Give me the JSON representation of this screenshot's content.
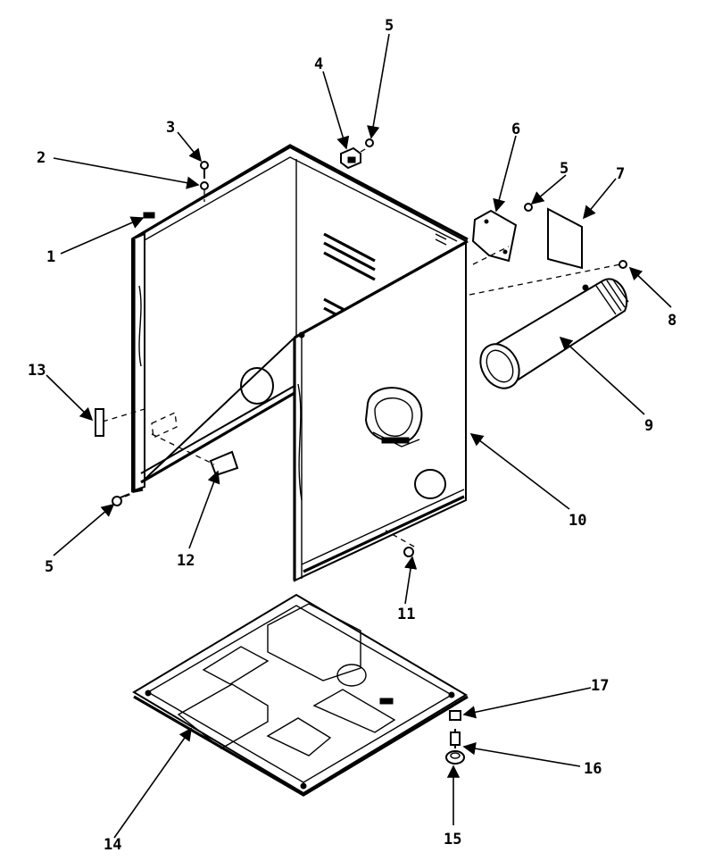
{
  "callouts": [
    {
      "id": "c1",
      "text": "1"
    },
    {
      "id": "c2",
      "text": "2"
    },
    {
      "id": "c3",
      "text": "3"
    },
    {
      "id": "c4",
      "text": "4"
    },
    {
      "id": "c5a",
      "text": "5"
    },
    {
      "id": "c5b",
      "text": "5"
    },
    {
      "id": "c5c",
      "text": "5"
    },
    {
      "id": "c6",
      "text": "6"
    },
    {
      "id": "c7",
      "text": "7"
    },
    {
      "id": "c8",
      "text": "8"
    },
    {
      "id": "c9",
      "text": "9"
    },
    {
      "id": "c10",
      "text": "10"
    },
    {
      "id": "c11",
      "text": "11"
    },
    {
      "id": "c12",
      "text": "12"
    },
    {
      "id": "c13",
      "text": "13"
    },
    {
      "id": "c14",
      "text": "14"
    },
    {
      "id": "c15",
      "text": "15"
    },
    {
      "id": "c16",
      "text": "16"
    },
    {
      "id": "c17",
      "text": "17"
    }
  ]
}
